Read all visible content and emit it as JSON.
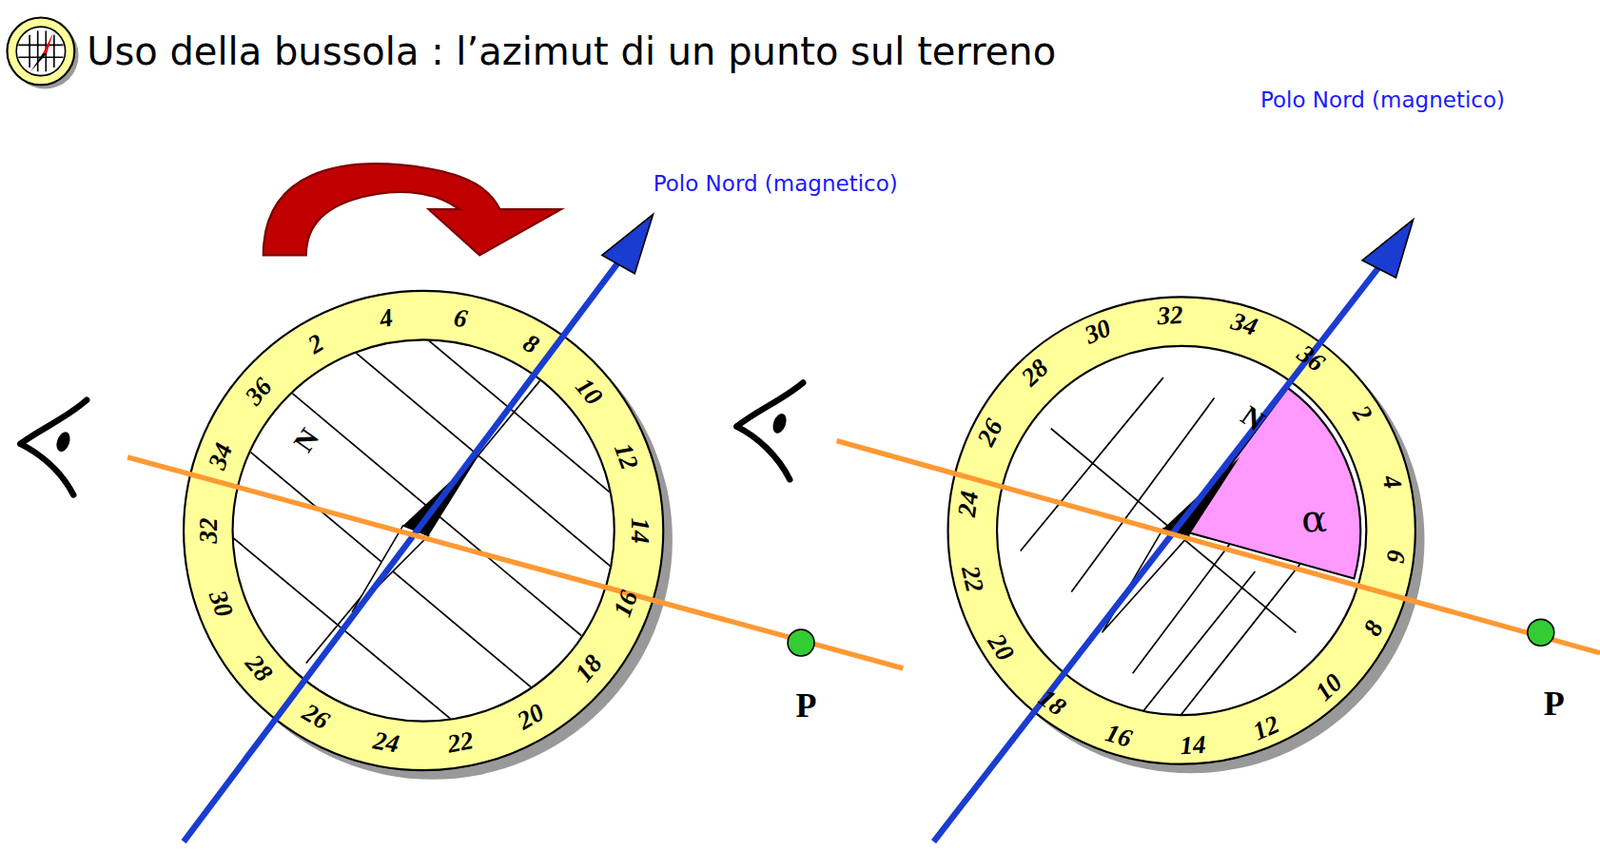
{
  "diagram": {
    "title": "Uso della bussola : l’azimut di un punto sul terreno",
    "labels": [
      "Polo Nord (magnetico)",
      "Polo Nord (magnetico)",
      "2",
      "4",
      "6",
      "8",
      "10",
      "12",
      "14",
      "16",
      "18",
      "20",
      "22",
      "24",
      "26",
      "28",
      "30",
      "32",
      "34",
      "36",
      "N",
      "P",
      "2",
      "4",
      "6",
      "8",
      "10",
      "12",
      "14",
      "16",
      "18",
      "20",
      "22",
      "24",
      "26",
      "28",
      "30",
      "32",
      "34",
      "36",
      "N",
      "α",
      "P"
    ]
  }
}
